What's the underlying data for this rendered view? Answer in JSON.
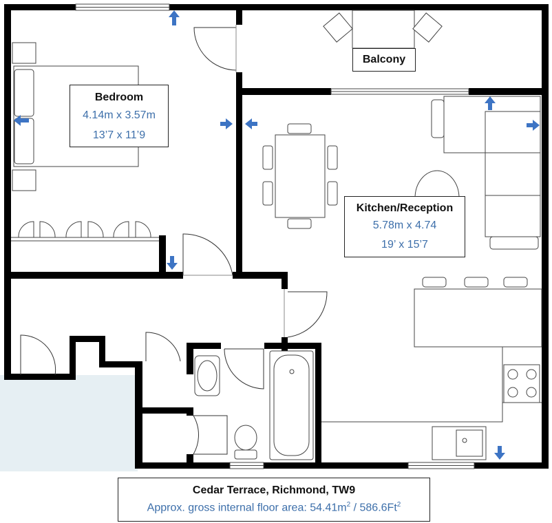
{
  "rooms": {
    "bedroom": {
      "name": "Bedroom",
      "metric": "4.14m x 3.57m",
      "imperial": "13’7 x 11’9"
    },
    "kitchen": {
      "name": "Kitchen/Reception",
      "metric": "5.78m x 4.74",
      "imperial": "19’ x 15’7"
    },
    "balcony": {
      "name": "Balcony"
    }
  },
  "footer": {
    "address": "Cedar Terrace, Richmond, TW9",
    "area_prefix": "Approx. gross internal floor area: 54.41m",
    "area_mid": " / 586.6Ft",
    "sup": "2"
  },
  "colors": {
    "wall": "#000000",
    "arrow": "#3d74c4",
    "exterior": "#e6eff3",
    "label_blue": "#3d6faa"
  }
}
